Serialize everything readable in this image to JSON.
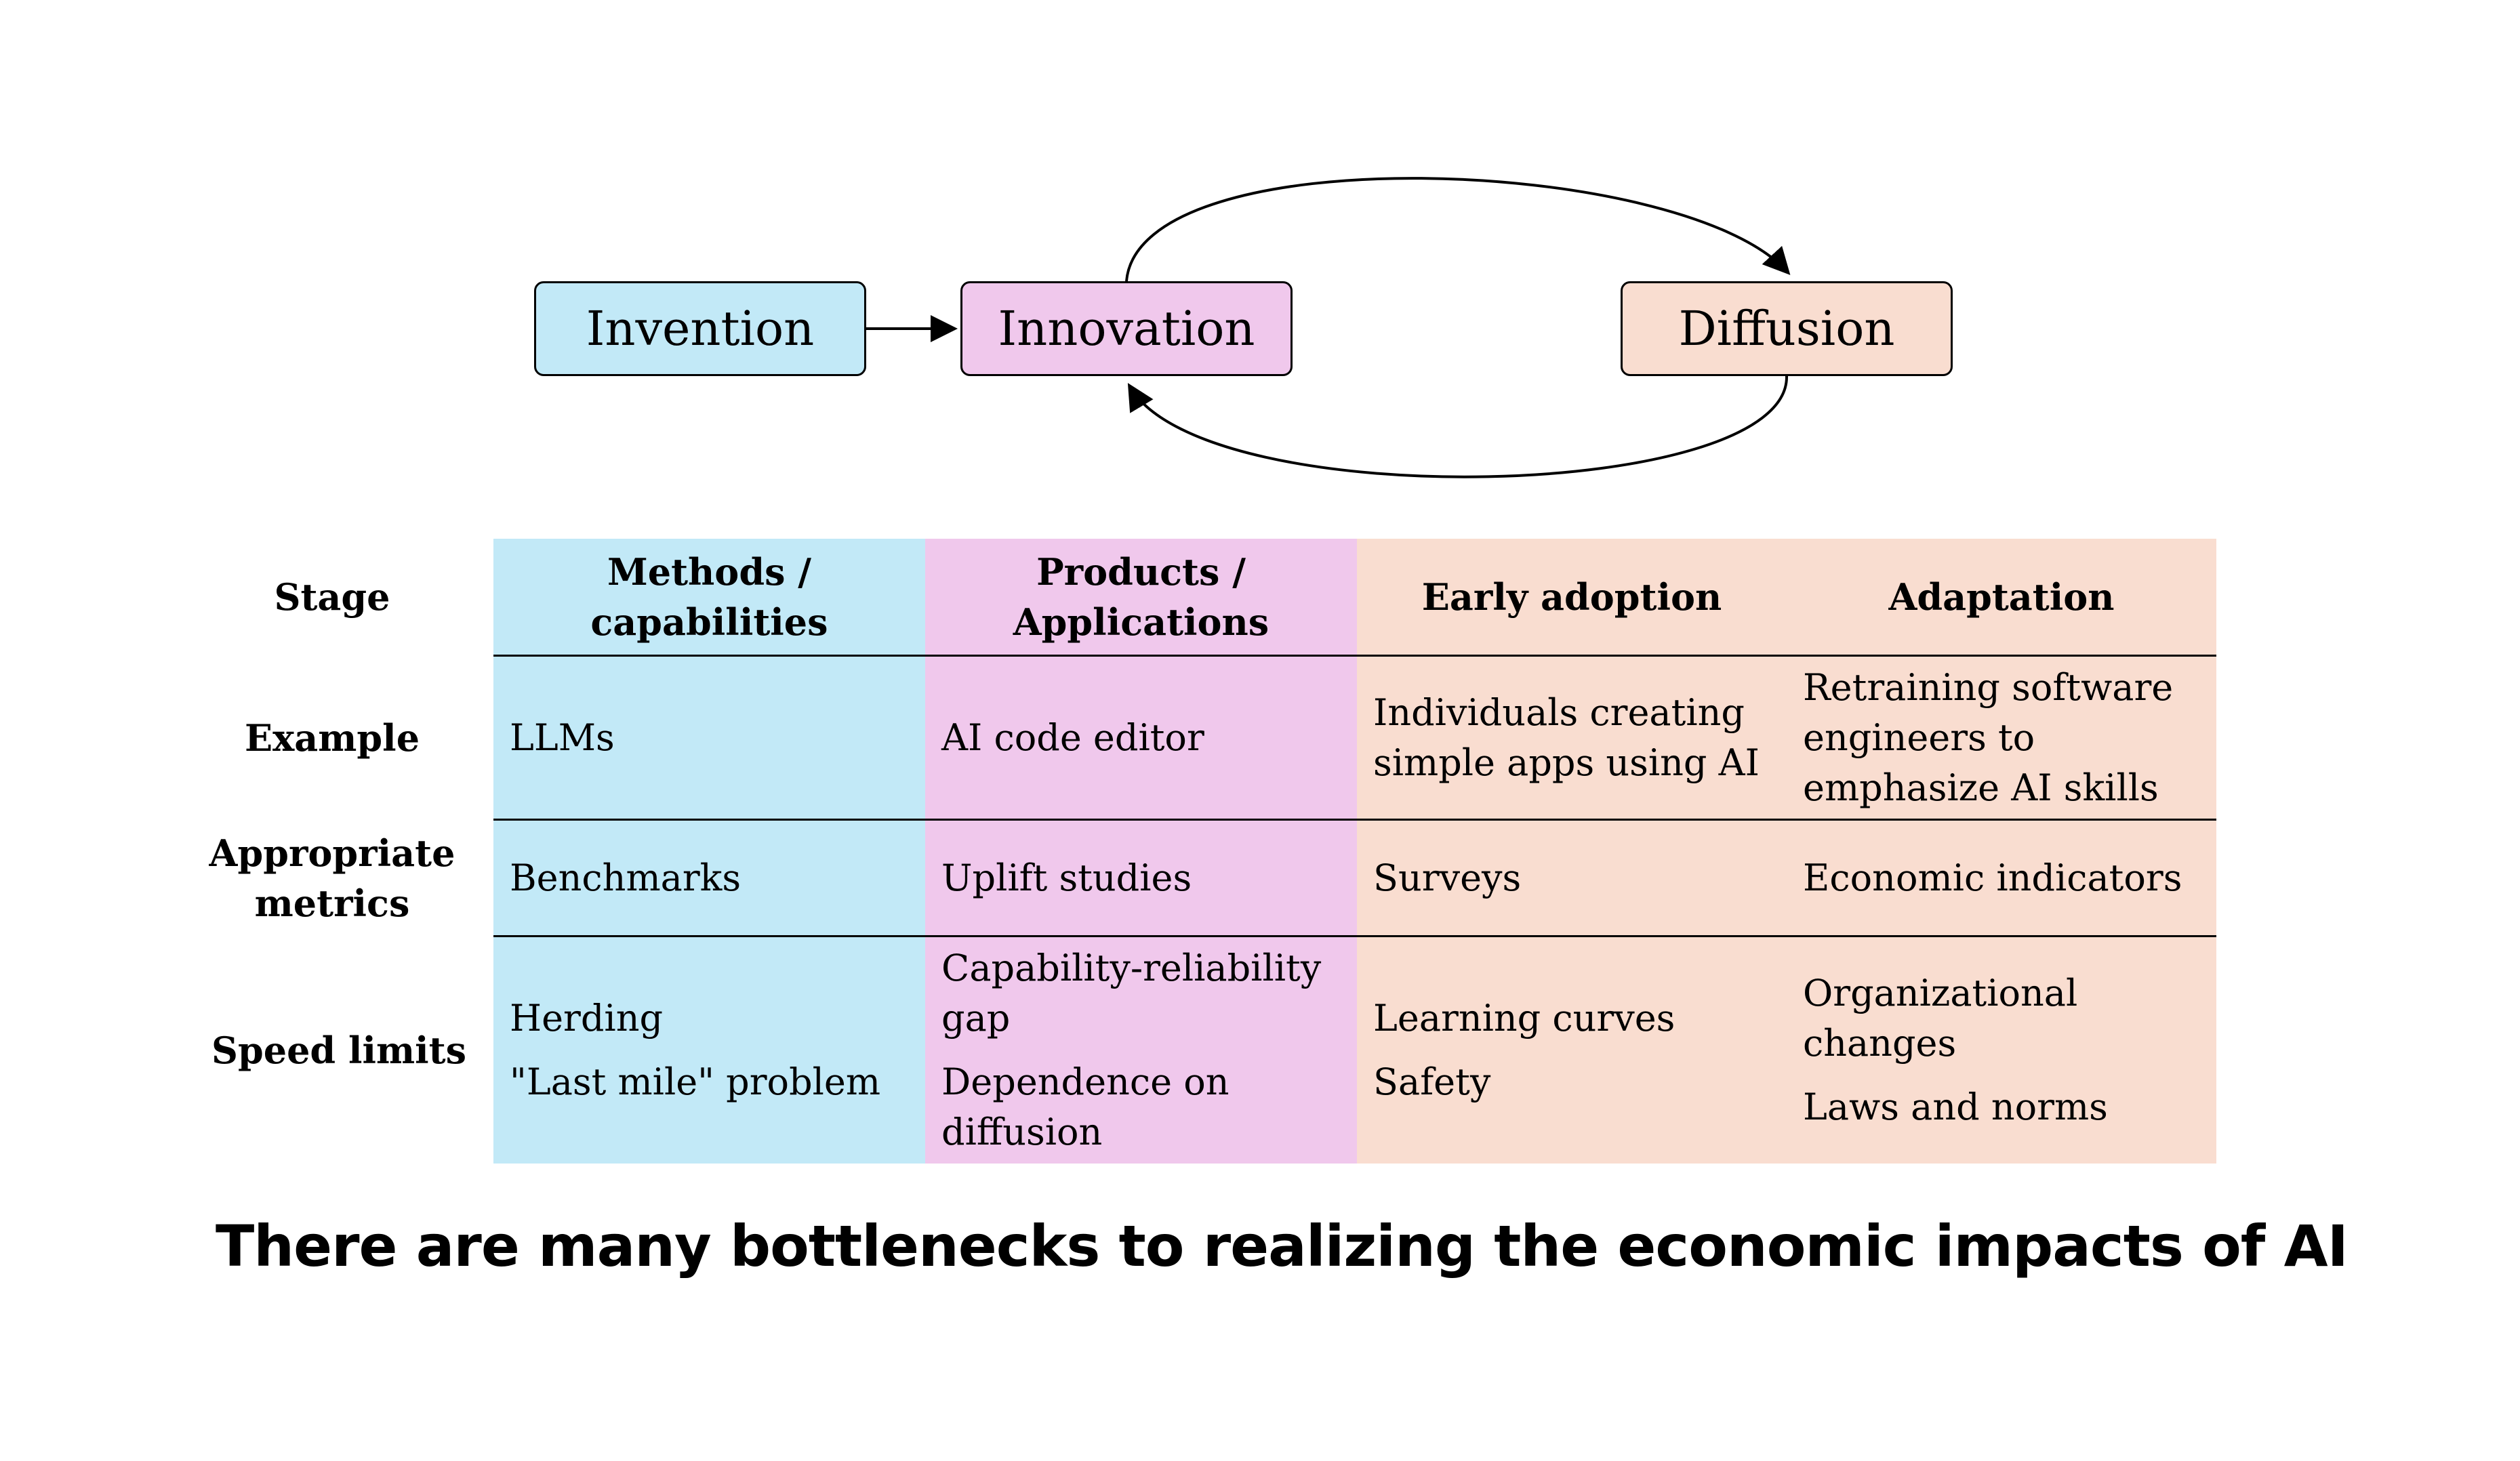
{
  "diagram": {
    "nodes": [
      {
        "id": "invention",
        "label": "Invention",
        "color": "#c2e9f7"
      },
      {
        "id": "innovation",
        "label": "Innovation",
        "color": "#f0c8ec"
      },
      {
        "id": "diffusion",
        "label": "Diffusion",
        "color": "#f9ddd0"
      }
    ],
    "edges": [
      {
        "from": "invention",
        "to": "innovation"
      },
      {
        "from": "innovation",
        "to": "diffusion"
      },
      {
        "from": "diffusion",
        "to": "innovation"
      }
    ]
  },
  "table": {
    "column_colors": [
      "#c2e9f7",
      "#f0c8ec",
      "#f9ddd0",
      "#f9ddd0"
    ],
    "row_labels": [
      "Stage",
      "Example",
      "Appropriate metrics",
      "Speed limits"
    ],
    "headers": [
      "Methods / capabilities",
      "Products / Applications",
      "Early adoption",
      "Adaptation"
    ],
    "examples": [
      "LLMs",
      "AI code editor",
      "Individuals creating simple apps using AI",
      "Retraining software engineers to emphasize AI skills"
    ],
    "metrics": [
      "Benchmarks",
      "Uplift studies",
      "Surveys",
      "Economic indicators"
    ],
    "speed_limits": [
      [
        "Herding",
        "\"Last mile\" problem"
      ],
      [
        "Capability-reliability gap",
        "Dependence on diffusion"
      ],
      [
        "Learning curves",
        "Safety"
      ],
      [
        "Organizational changes",
        "Laws and norms"
      ]
    ]
  },
  "caption": "There are many bottlenecks to realizing the economic impacts of AI"
}
